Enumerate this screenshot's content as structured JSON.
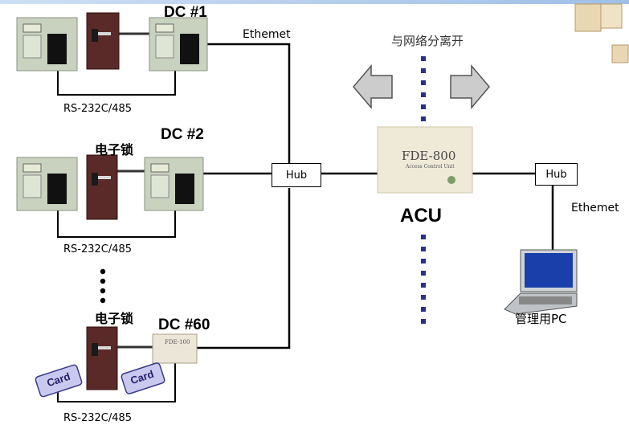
{
  "controllers": [
    {
      "title": "DC   #1",
      "bus_label": "RS-232C/485"
    },
    {
      "title": "DC   #2",
      "bus_label": "RS-232C/485",
      "lock_label": "电子锁"
    },
    {
      "title": "DC   #60",
      "bus_label": "RS-232C/485",
      "lock_label": "电子锁",
      "device_text": "FDE-100"
    }
  ],
  "cards": [
    "Card",
    "Card"
  ],
  "network": {
    "left_ethernet": "Ethemet",
    "right_ethernet": "Ethemet",
    "left_hub": "Hub",
    "right_hub": "Hub",
    "separation_label": "与网络分离开"
  },
  "acu": {
    "label": "ACU",
    "model": "FDE-800",
    "subtitle": "Access Control Unit"
  },
  "pc": {
    "label": "管理用PC"
  },
  "colors": {
    "line": "#000000",
    "separator": "#2a2f8f",
    "arrow_fill": "#cccccc",
    "arrow_stroke": "#555555",
    "reader_body": "#c9d2bf",
    "door": "#5a2a28",
    "card": "#c9c8ef",
    "acu_box": "#efe9d8"
  }
}
